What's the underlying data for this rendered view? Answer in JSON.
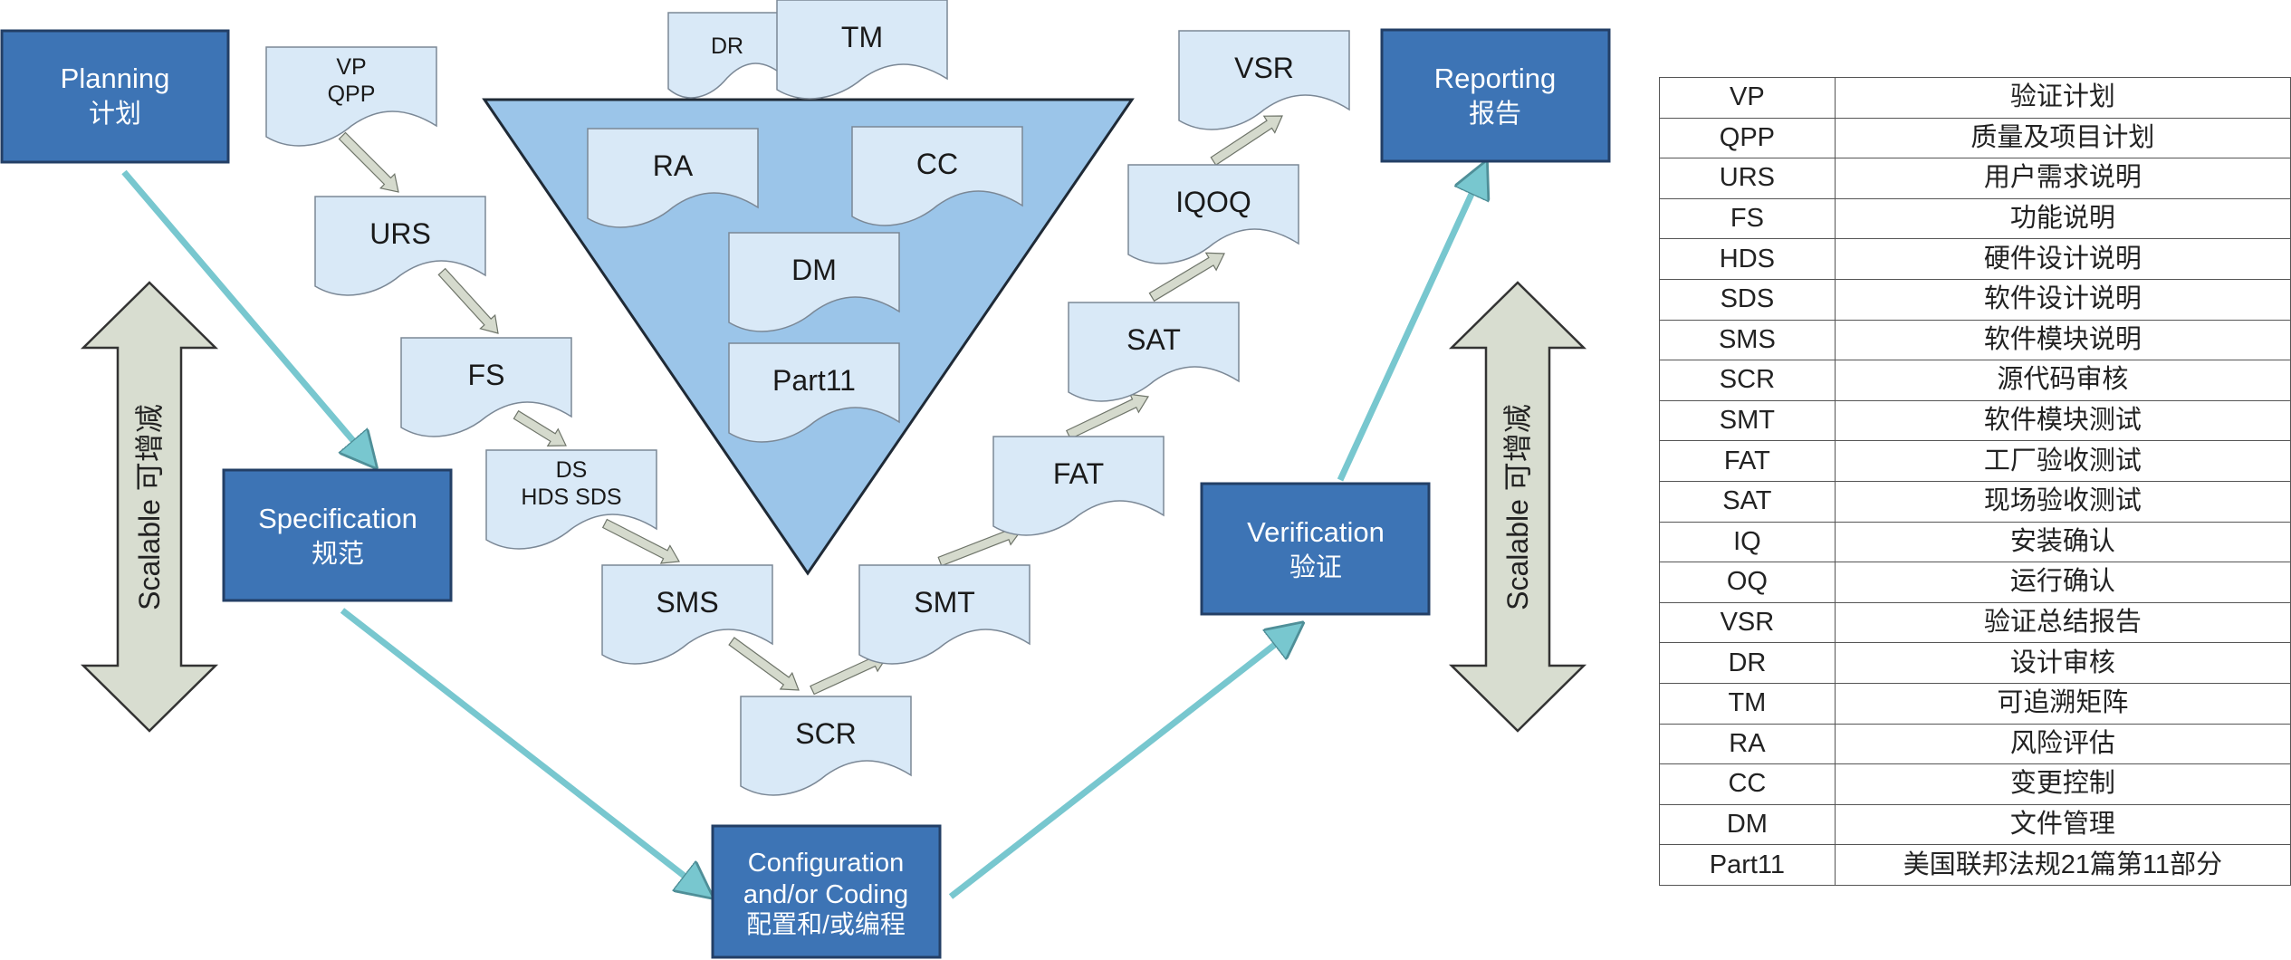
{
  "colors": {
    "phase_box": "#3d74b5",
    "phase_box_border": "#233f66",
    "doc_fill": "#d9e9f7",
    "doc_stroke": "#7b8896",
    "triangle": "#9bc5e9",
    "flow_arrow": "#78c7cf",
    "doc_arrow": "#d5dacd",
    "scalable_arrow": "#d8ddd0"
  },
  "phases": [
    {
      "id": "planning",
      "line1": "Planning",
      "line2": "计划"
    },
    {
      "id": "specification",
      "line1": "Specification",
      "line2": "规范"
    },
    {
      "id": "configuration",
      "line1": "Configuration",
      "line2": "and/or Coding",
      "line3": "配置和/或编程"
    },
    {
      "id": "verification",
      "line1": "Verification",
      "line2": "验证"
    },
    {
      "id": "reporting",
      "line1": "Reporting",
      "line2": "报告"
    }
  ],
  "documents": [
    {
      "id": "vp-qpp",
      "lines": [
        "VP",
        "QPP"
      ]
    },
    {
      "id": "urs",
      "lines": [
        "URS"
      ]
    },
    {
      "id": "fs",
      "lines": [
        "FS"
      ]
    },
    {
      "id": "ds",
      "lines": [
        "DS",
        "HDS SDS"
      ]
    },
    {
      "id": "sms",
      "lines": [
        "SMS"
      ]
    },
    {
      "id": "scr",
      "lines": [
        "SCR"
      ]
    },
    {
      "id": "smt",
      "lines": [
        "SMT"
      ]
    },
    {
      "id": "fat",
      "lines": [
        "FAT"
      ]
    },
    {
      "id": "sat",
      "lines": [
        "SAT"
      ]
    },
    {
      "id": "iqoq",
      "lines": [
        "IQOQ"
      ]
    },
    {
      "id": "vsr",
      "lines": [
        "VSR"
      ]
    },
    {
      "id": "dr",
      "lines": [
        "DR"
      ]
    },
    {
      "id": "tm",
      "lines": [
        "TM"
      ]
    },
    {
      "id": "ra",
      "lines": [
        "RA"
      ]
    },
    {
      "id": "cc",
      "lines": [
        "CC"
      ]
    },
    {
      "id": "dm",
      "lines": [
        "DM"
      ]
    },
    {
      "id": "part11",
      "lines": [
        "Part11"
      ]
    }
  ],
  "scalable_label": "Scalable 可增减",
  "glossary": [
    {
      "abbr": "VP",
      "desc": "验证计划"
    },
    {
      "abbr": "QPP",
      "desc": "质量及项目计划"
    },
    {
      "abbr": "URS",
      "desc": "用户需求说明"
    },
    {
      "abbr": "FS",
      "desc": "功能说明"
    },
    {
      "abbr": "HDS",
      "desc": "硬件设计说明"
    },
    {
      "abbr": "SDS",
      "desc": "软件设计说明"
    },
    {
      "abbr": "SMS",
      "desc": "软件模块说明"
    },
    {
      "abbr": "SCR",
      "desc": "源代码审核"
    },
    {
      "abbr": "SMT",
      "desc": "软件模块测试"
    },
    {
      "abbr": "FAT",
      "desc": "工厂验收测试"
    },
    {
      "abbr": "SAT",
      "desc": "现场验收测试"
    },
    {
      "abbr": "IQ",
      "desc": "安装确认"
    },
    {
      "abbr": "OQ",
      "desc": "运行确认"
    },
    {
      "abbr": "VSR",
      "desc": "验证总结报告"
    },
    {
      "abbr": "DR",
      "desc": "设计审核"
    },
    {
      "abbr": "TM",
      "desc": "可追溯矩阵"
    },
    {
      "abbr": "RA",
      "desc": "风险评估"
    },
    {
      "abbr": "CC",
      "desc": "变更控制"
    },
    {
      "abbr": "DM",
      "desc": "文件管理"
    },
    {
      "abbr": "Part11",
      "desc": "美国联邦法规21篇第11部分"
    }
  ]
}
